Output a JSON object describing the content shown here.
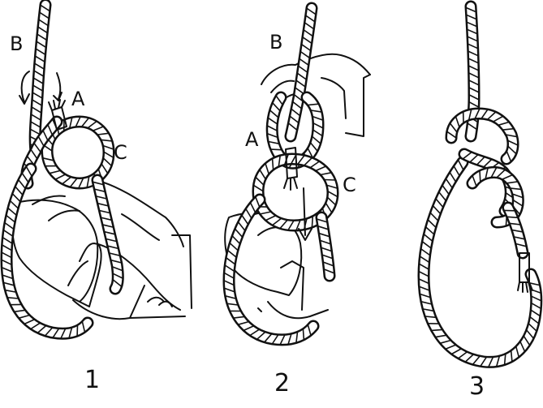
{
  "panels": [
    {
      "number": "1",
      "labels": [
        "B",
        "A",
        "C"
      ]
    },
    {
      "number": "2",
      "labels": [
        "B",
        "A",
        "C"
      ]
    },
    {
      "number": "3",
      "labels": []
    }
  ],
  "colors": {
    "ink": "#111111",
    "paper": "#ffffff"
  }
}
